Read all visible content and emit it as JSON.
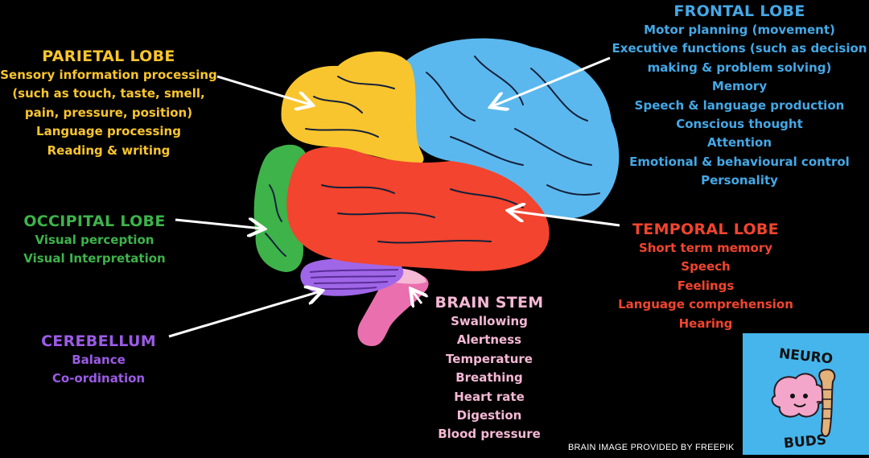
{
  "colors": {
    "background": "#000000",
    "parietal": "#F9C52E",
    "frontal": "#44A8E6",
    "occipital": "#3DB34A",
    "temporal": "#F2442E",
    "cerebellum": "#9B5BE6",
    "brain_stem": "#F5B8D5",
    "logo_bg": "#45B5EC"
  },
  "regions": {
    "parietal": {
      "title": "PARIETAL LOBE",
      "lines": [
        "Sensory information processing",
        "(such as touch, taste, smell,",
        "pain, pressure, position)",
        "Language processing",
        "Reading & writing"
      ]
    },
    "occipital": {
      "title": "OCCIPITAL LOBE",
      "lines": [
        "Visual perception",
        "Visual Interpretation"
      ]
    },
    "cerebellum": {
      "title": "CEREBELLUM",
      "lines": [
        "Balance",
        "Co-ordination"
      ]
    },
    "brain_stem": {
      "title": "BRAIN STEM",
      "lines": [
        "Swallowing",
        "Alertness",
        "Temperature",
        "Breathing",
        "Heart rate",
        "Digestion",
        "Blood pressure"
      ]
    },
    "frontal": {
      "title": "FRONTAL LOBE",
      "lines": [
        "Motor planning (movement)",
        "Executive functions (such as decision",
        "making & problem solving)",
        "Memory",
        "Speech & language production",
        "Conscious thought",
        "Attention",
        "Emotional & behavioural control",
        "Personality"
      ]
    },
    "temporal": {
      "title": "TEMPORAL LOBE",
      "lines": [
        "Short term memory",
        "Speech",
        "Feelings",
        "Language comprehension",
        "Hearing"
      ]
    }
  },
  "credit": "BRAIN IMAGE PROVIDED BY FREEPIK",
  "logo": {
    "top_text": "NEURO",
    "bottom_text": "BUDS"
  }
}
